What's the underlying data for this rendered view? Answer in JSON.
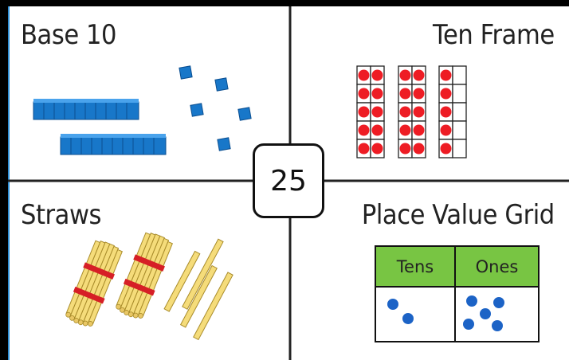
{
  "quadrants": {
    "base10": {
      "title": "Base 10"
    },
    "ten_frame": {
      "title": "Ten Frame"
    },
    "straws": {
      "title": "Straws"
    },
    "place_value_grid": {
      "title": "Place Value Grid",
      "headers": [
        "Tens",
        "Ones"
      ],
      "tens_dots": 2,
      "ones_dots": 5
    }
  },
  "center_number": "25",
  "colors": {
    "frame_black": "#000000",
    "accent_blue": "#2f8fd6",
    "block_blue": "#1877c9",
    "counter_red": "#ee1c24",
    "header_green": "#78c543",
    "dot_blue": "#1c63c6",
    "straw_yellow": "#f5dc7a",
    "band_red": "#d61f26"
  },
  "icons": [
    "ten-rod-icon",
    "unit-cube-icon",
    "counter-dot-icon",
    "straw-bundle-icon",
    "single-straw-icon"
  ]
}
